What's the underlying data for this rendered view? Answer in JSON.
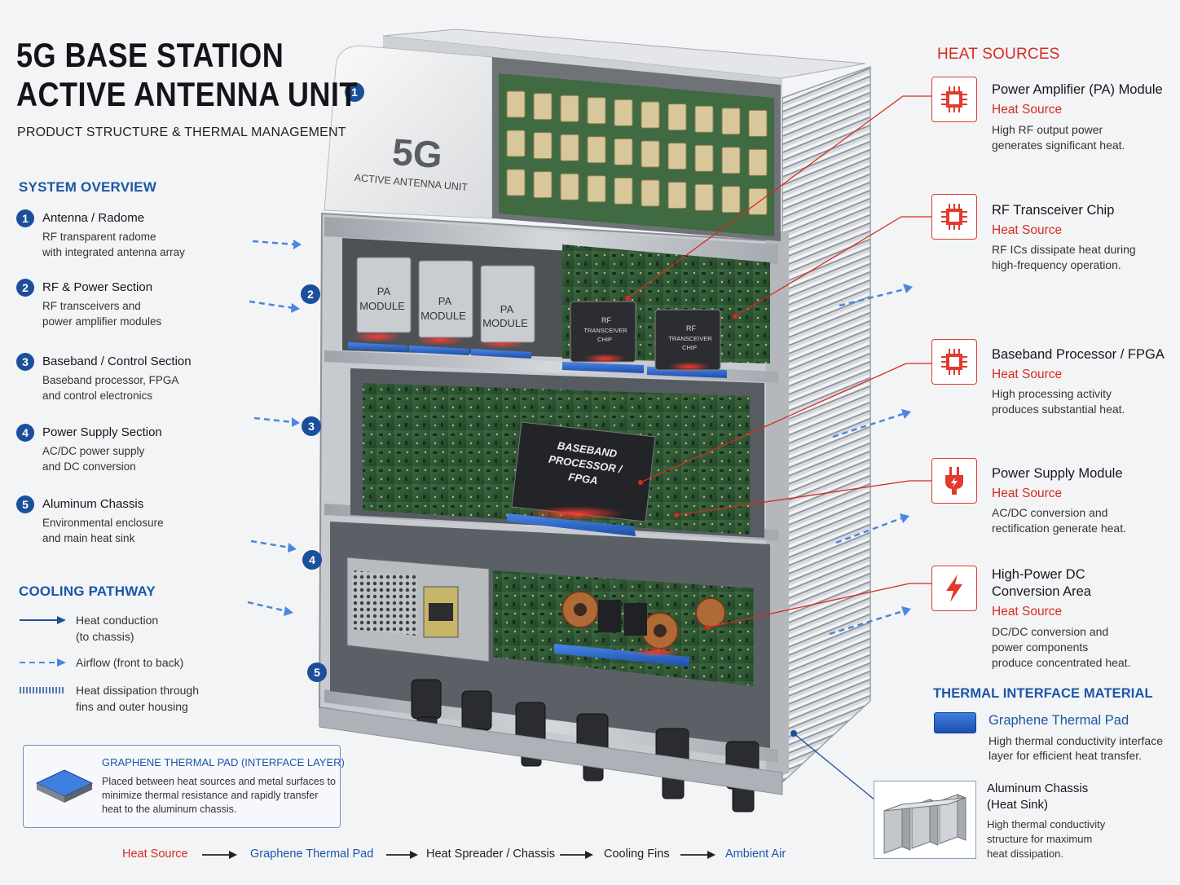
{
  "title_line1": "5G BASE STATION",
  "title_line2": "ACTIVE ANTENNA UNIT",
  "subtitle": "PRODUCT STRUCTURE & THERMAL MANAGEMENT",
  "system_overview": {
    "heading": "SYSTEM OVERVIEW",
    "items": [
      {
        "num": "1",
        "title": "Antenna / Radome",
        "desc1": "RF transparent radome",
        "desc2": "with integrated antenna array"
      },
      {
        "num": "2",
        "title": "RF & Power Section",
        "desc1": "RF transceivers and",
        "desc2": "power amplifier modules"
      },
      {
        "num": "3",
        "title": "Baseband / Control Section",
        "desc1": "Baseband processor, FPGA",
        "desc2": "and control electronics"
      },
      {
        "num": "4",
        "title": "Power Supply Section",
        "desc1": "AC/DC power supply",
        "desc2": "and DC conversion"
      },
      {
        "num": "5",
        "title": "Aluminum Chassis",
        "desc1": "Environmental enclosure",
        "desc2": "and main heat sink"
      }
    ]
  },
  "cooling_pathway": {
    "heading": "COOLING PATHWAY",
    "conduction1": "Heat conduction",
    "conduction2": "(to chassis)",
    "airflow": "Airflow (front to back)",
    "dissipation1": "Heat dissipation through",
    "dissipation2": "fins and outer housing"
  },
  "graphene_box": {
    "heading": "GRAPHENE THERMAL PAD (INTERFACE LAYER)",
    "desc": "Placed between heat sources and metal surfaces to minimize thermal resistance and rapidly transfer heat to the aluminum chassis."
  },
  "flow": {
    "s1": "Heat Source",
    "s2": "Graphene Thermal Pad",
    "s3": "Heat Spreader / Chassis",
    "s4": "Cooling Fins",
    "s5": "Ambient Air"
  },
  "device": {
    "badge": "5G",
    "badge_sub": "ACTIVE ANTENNA UNIT",
    "pa_label1": "PA",
    "pa_label2": "MODULE",
    "rf_label1": "RF",
    "rf_label2": "TRANSCEIVER",
    "rf_label3": "CHIP",
    "bb_label1": "BASEBAND",
    "bb_label2": "PROCESSOR /",
    "bb_label3": "FPGA",
    "markers": [
      "1",
      "2",
      "3",
      "4",
      "5"
    ]
  },
  "heat_sources": {
    "heading": "HEAT SOURCES",
    "tag": "Heat Source",
    "items": [
      {
        "title": "Power Amplifier (PA) Module",
        "desc1": "High RF output power",
        "desc2": "generates significant heat.",
        "icon": "chip-icon"
      },
      {
        "title": "RF Transceiver Chip",
        "desc1": "RF ICs dissipate heat during",
        "desc2": "high-frequency operation.",
        "icon": "chip-icon"
      },
      {
        "title": "Baseband Processor / FPGA",
        "desc1": "High processing activity",
        "desc2": "produces substantial heat.",
        "icon": "chip-icon"
      },
      {
        "title": "Power Supply Module",
        "desc1": "AC/DC conversion and",
        "desc2": "rectification generate heat.",
        "icon": "plug-icon"
      },
      {
        "title1": "High-Power DC",
        "title2": "Conversion Area",
        "desc1": "DC/DC conversion and",
        "desc2": "power components",
        "desc3": "produce concentrated heat.",
        "icon": "lightning-icon"
      }
    ]
  },
  "tim": {
    "heading": "THERMAL INTERFACE MATERIAL",
    "name": "Graphene Thermal Pad",
    "desc1": "High thermal conductivity interface",
    "desc2": "layer for efficient heat transfer."
  },
  "chassis_callout": {
    "title1": "Aluminum Chassis",
    "title2": "(Heat Sink)",
    "desc1": "High thermal conductivity",
    "desc2": "structure for maximum",
    "desc3": "heat dissipation."
  },
  "colors": {
    "accent_blue": "#1b56a6",
    "heat_red": "#d62b20",
    "pcb_green": "#2f5a34",
    "chassis_gray": "#c9ccd1"
  }
}
